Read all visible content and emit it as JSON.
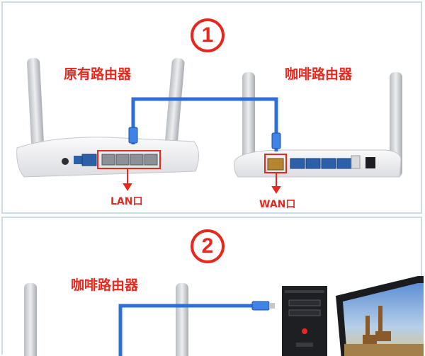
{
  "step1": {
    "number": "1",
    "old_router_label": "原有路由器",
    "cafe_router_label": "咖啡路由器",
    "lan_port_label": "LAN口",
    "wan_port_label": "WAN口"
  },
  "step2": {
    "number": "2",
    "cafe_router_label": "咖啡路由器"
  },
  "colors": {
    "accent": "#e8281e",
    "cable": "#2d6fd6",
    "router_body": "#f4f4f6",
    "port_blue": "#2b5fa8"
  }
}
